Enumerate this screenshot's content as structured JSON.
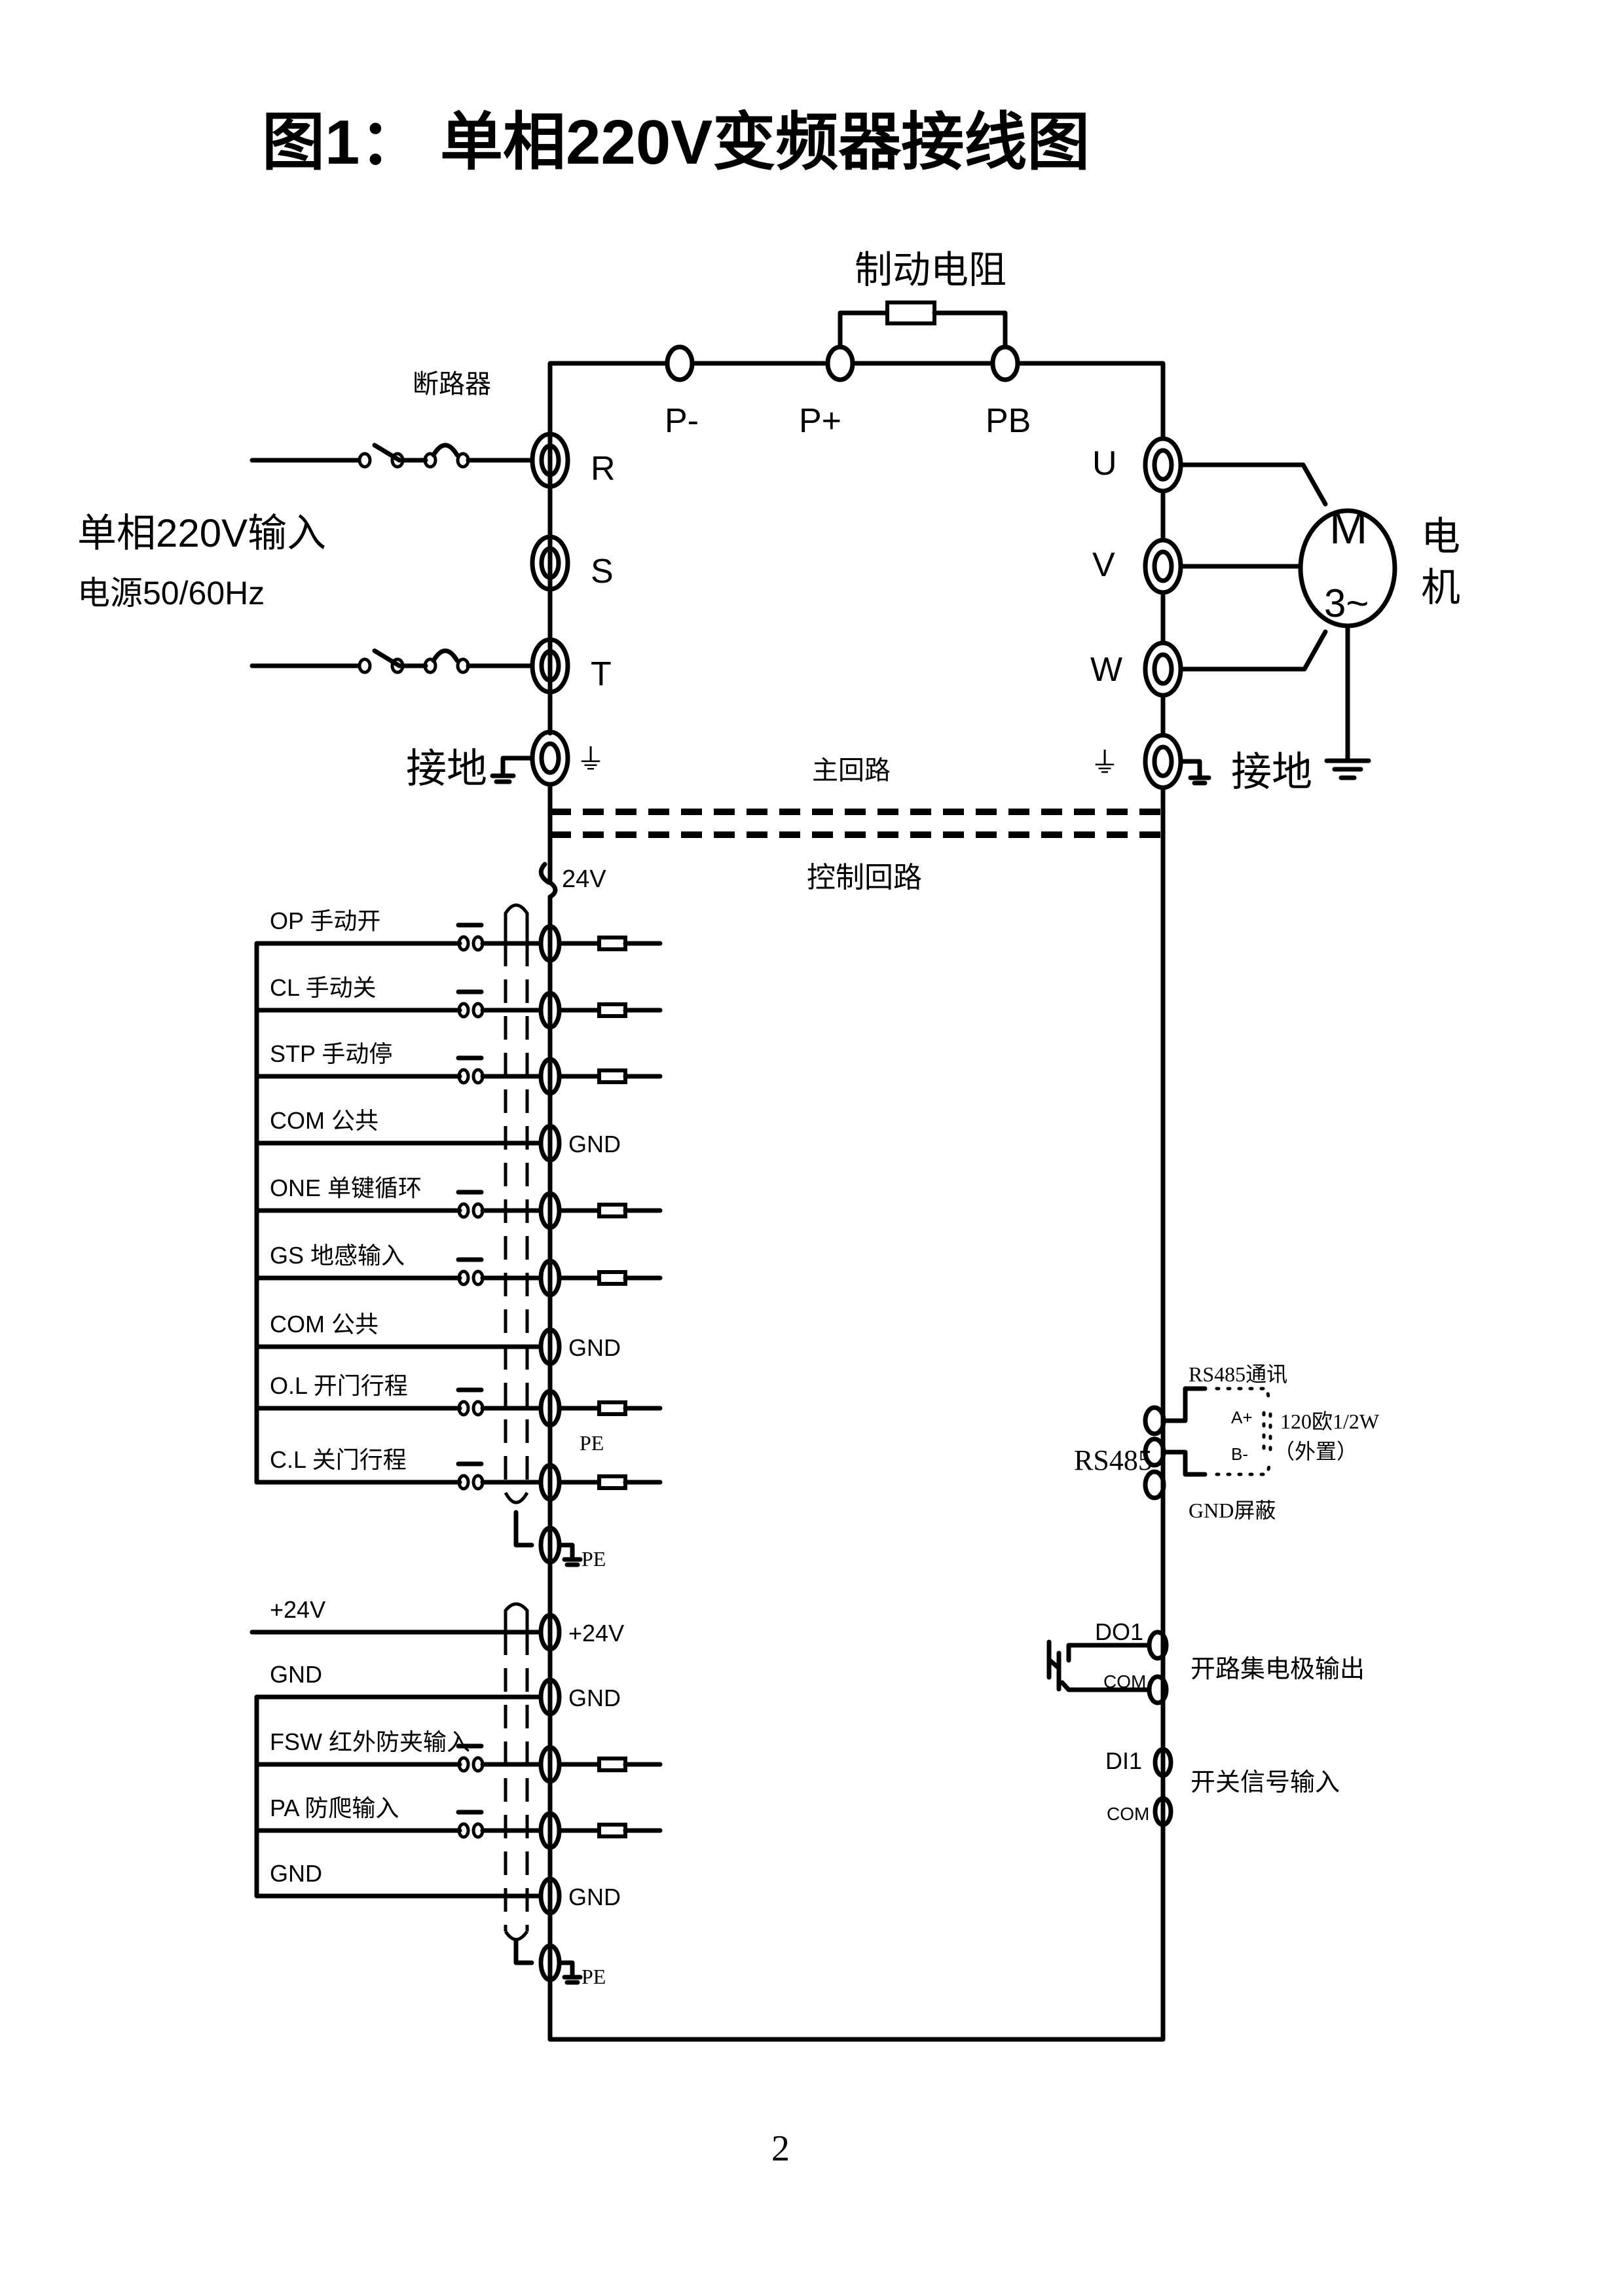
{
  "title": "图1： 单相220V变频器接线图",
  "page_number": "2",
  "main_circuit": {
    "label": "主回路",
    "control_label": "控制回路",
    "breaker_label": "断路器",
    "input_label_line1": "单相220V输入",
    "input_label_line2": "电源50/60Hz",
    "brake_resistor_label": "制动电阻",
    "dc_terminals": [
      "P-",
      "P+",
      "PB"
    ],
    "input_terminals": [
      "R",
      "S",
      "T"
    ],
    "output_terminals": [
      "U",
      "V",
      "W"
    ],
    "ground_label_left": "接地",
    "ground_label_right": "接地",
    "motor": {
      "symbol_top": "M",
      "symbol_bottom": "3~",
      "label_line1": "电",
      "label_line2": "机"
    }
  },
  "control_inputs_group1": {
    "supply_label": "24V",
    "rows": [
      {
        "label": "OP 手动开",
        "type": "switch"
      },
      {
        "label": "CL 手动关",
        "type": "switch"
      },
      {
        "label": "STP 手动停",
        "type": "switch"
      },
      {
        "label": "COM 公共",
        "type": "gnd",
        "terminal": "GND"
      },
      {
        "label": "ONE 单键循环",
        "type": "switch"
      },
      {
        "label": "GS 地感输入",
        "type": "switch"
      },
      {
        "label": "COM 公共",
        "type": "gnd",
        "terminal": "GND"
      },
      {
        "label": "O.L 开门行程",
        "type": "switch"
      },
      {
        "label": "C.L 关门行程",
        "type": "switch"
      }
    ],
    "pe_label_mid": "PE",
    "pe_label": "PE"
  },
  "control_inputs_group2": {
    "rows": [
      {
        "label": "+24V",
        "type": "supply",
        "terminal": "+24V"
      },
      {
        "label": "GND",
        "type": "gnd",
        "terminal": "GND"
      },
      {
        "label": "FSW 红外防夹输入",
        "type": "switch"
      },
      {
        "label": "PA 防爬输入",
        "type": "switch"
      },
      {
        "label": "GND",
        "type": "gnd",
        "terminal": "GND"
      }
    ],
    "pe_label": "PE"
  },
  "rs485": {
    "label": "RS485",
    "comm_label": "RS485通讯",
    "a_label": "A+",
    "b_label": "B-",
    "resistor_label": "120欧1/2W",
    "resistor_note": "（外置）",
    "shield_label": "GND屏蔽"
  },
  "digital_output": {
    "terminal_label": "DO1",
    "com_label": "COM",
    "description": "开路集电极输出"
  },
  "digital_input": {
    "terminal_label": "DI1",
    "com_label": "COM",
    "description": "开关信号输入"
  }
}
